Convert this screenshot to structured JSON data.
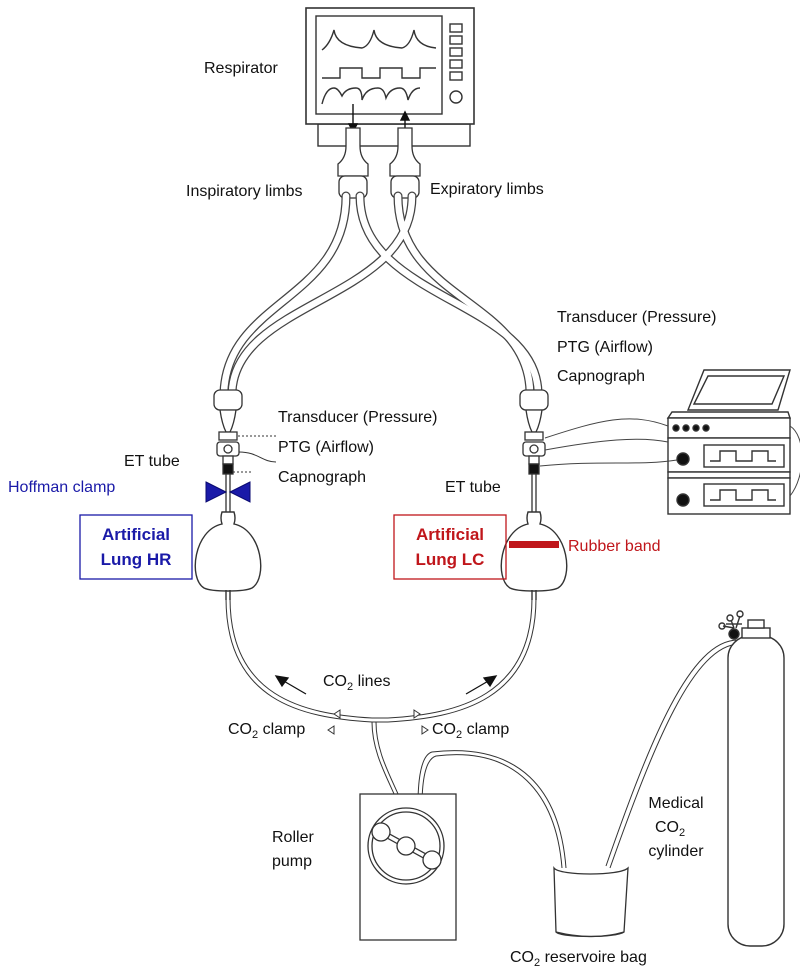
{
  "labels": {
    "respirator": "Respirator",
    "inspiratory_limbs": "Inspiratory limbs",
    "expiratory_limbs": "Expiratory limbs",
    "right_sensor": {
      "line1": "Transducer (Pressure)",
      "line2": "PTG (Airflow)",
      "line3": "Capnograph"
    },
    "left_sensor": {
      "line1": "Transducer (Pressure)",
      "line2": "PTG (Airflow)",
      "line3": "Capnograph"
    },
    "et_tube_left": "ET tube",
    "et_tube_right": "ET tube",
    "hoffman_clamp": "Hoffman clamp",
    "artificial_lung_hr": {
      "line1": "Artificial",
      "line2": "Lung HR"
    },
    "artificial_lung_lc": {
      "line1": "Artificial",
      "line2": "Lung LC"
    },
    "rubber_band": "Rubber band",
    "co2_lines": {
      "main": "CO",
      "sub": "2",
      "rest": " lines"
    },
    "co2_clamp_left": {
      "main": "CO",
      "sub": "2",
      "rest": " clamp"
    },
    "co2_clamp_right": {
      "main": "CO",
      "sub": "2",
      "rest": " clamp"
    },
    "roller_pump": {
      "line1": "Roller",
      "line2": "pump"
    },
    "medical_cylinder": {
      "line1": "Medical",
      "line2_main": "CO",
      "line2_sub": "2",
      "line3": "cylinder"
    },
    "reservoir_bag": {
      "main": "CO",
      "sub": "2",
      "rest": " reservoire bag"
    }
  },
  "colors": {
    "hr_blue": "#1a1aa8",
    "lc_red": "#c0161b",
    "line": "#333333"
  }
}
